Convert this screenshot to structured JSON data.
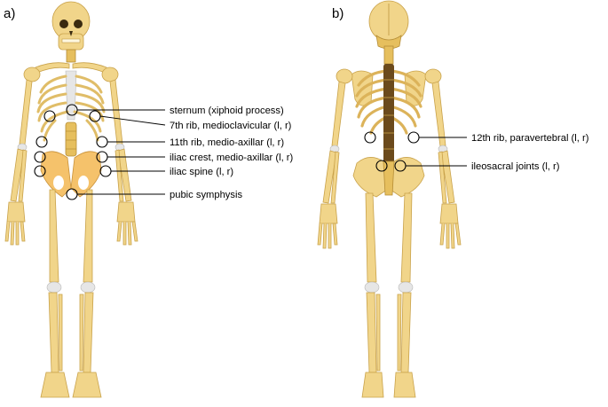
{
  "panels": [
    {
      "letter": "a)",
      "labels": [
        "sternum (xiphoid process)",
        "7th rib, medioclavicular (l, r)",
        "11th rib, medio-axillar (l, r)",
        "iliac crest, medio-axillar (l, r)",
        "iliac spine (l, r)",
        "pubic symphysis"
      ]
    },
    {
      "letter": "b)",
      "labels": [
        "12th rib, paravertebral  (l, r)",
        "ileosacral joints (l, r)"
      ]
    }
  ],
  "colors": {
    "bone": "#f1d58a",
    "bone_outline": "#c9a24a",
    "cartilage": "#e6e6e6",
    "pelvis_highlight": "#f5c26b",
    "marker": "#000000"
  }
}
